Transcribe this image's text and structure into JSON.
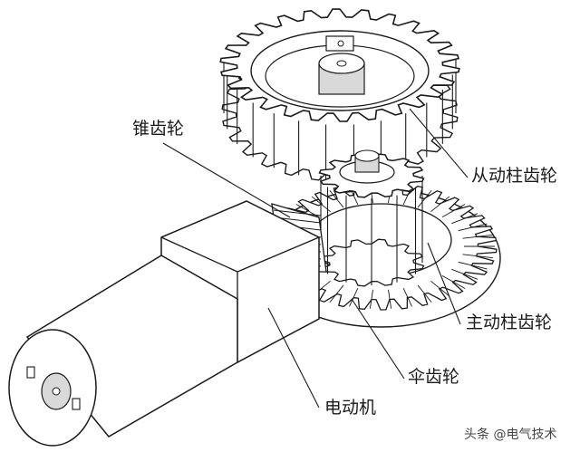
{
  "diagram": {
    "labels": {
      "bevel_gear": "锥齿轮",
      "driven_spur_gear": "从动柱齿轮",
      "driving_spur_gear": "主动柱齿轮",
      "umbrella_gear": "伞齿轮",
      "motor": "电动机"
    },
    "watermark": "头条 @电气技术"
  },
  "colors": {
    "line": "#1a1a1a",
    "fill": "#ffffff",
    "shade": "#d9d9d9"
  }
}
